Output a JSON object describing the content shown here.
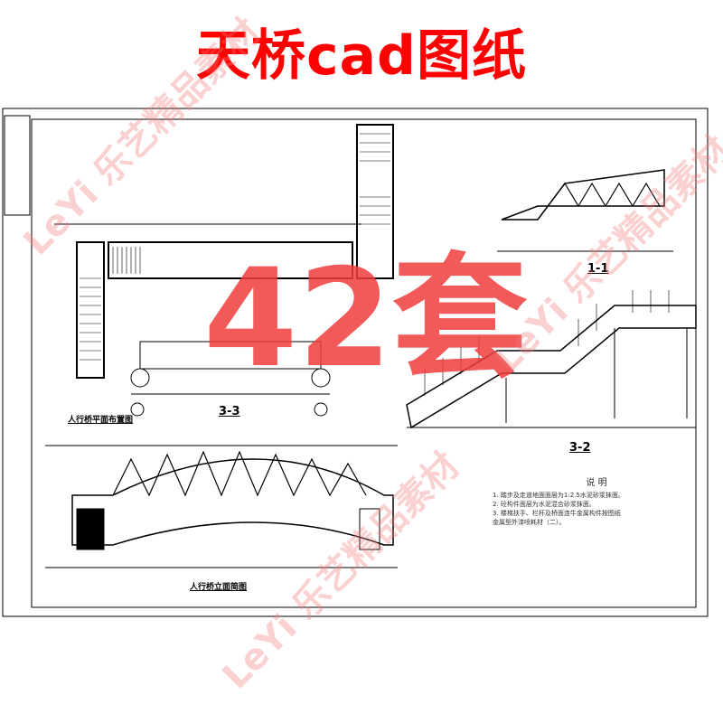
{
  "title": "天桥cad图纸",
  "badge": "42套",
  "drawings": {
    "plan_label": "人行桥平面布置图",
    "elevation_label": "人行桥立面简图",
    "section_33": "3-3",
    "section_11": "1-1",
    "section_32": "3-2"
  },
  "notes": {
    "heading": "说 明",
    "items": [
      "1. 踏步及走道地面面层为1:2.5水泥砂浆抹面。",
      "2. 砼构件面层为水泥混合砂浆抹面。",
      "3. 楼梯扶手、栏杆及桥面连牛金属构件按图纸",
      "金属型外漆喷耗材（二）。"
    ]
  },
  "watermark": "LeYi 乐艺精品素材",
  "colors": {
    "title": "#ff0000",
    "badge": "#f03c3c",
    "watermark": "#f07878"
  }
}
